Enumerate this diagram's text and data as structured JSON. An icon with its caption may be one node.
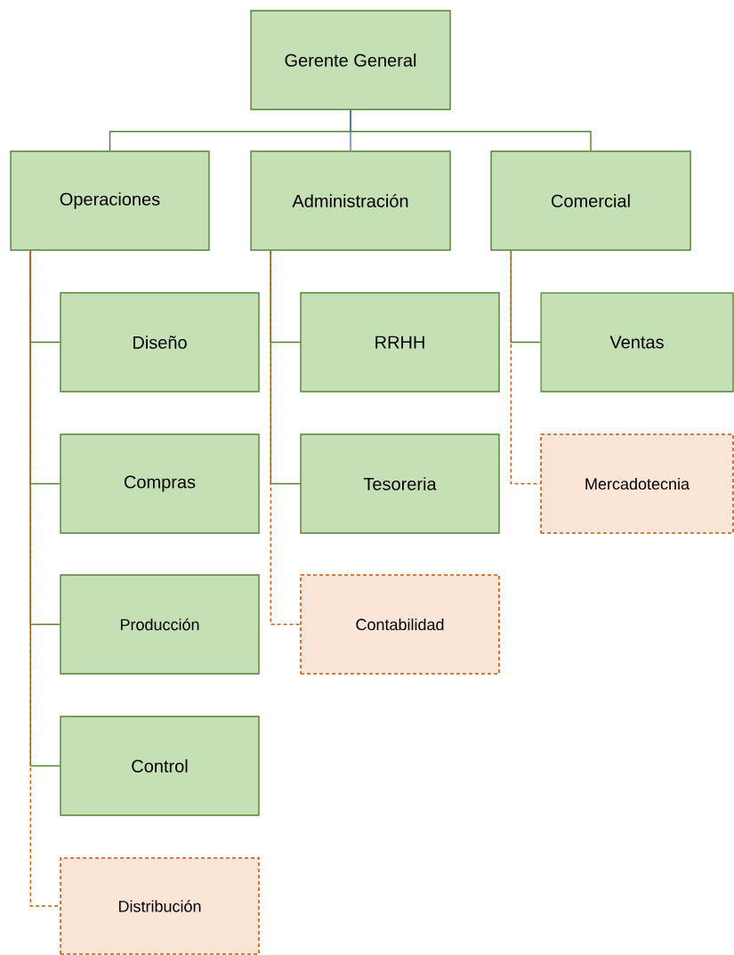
{
  "diagram": {
    "nodes": [
      {
        "text": [
          "Gerente General"
        ]
      },
      {
        "text": [
          "Operaciones"
        ]
      },
      {
        "text": [
          "Administración"
        ]
      },
      {
        "text": [
          "Comercial"
        ]
      },
      {
        "text": [
          "Diseño"
        ]
      },
      {
        "text": [
          "Compras"
        ]
      },
      {
        "text": [
          "Producción"
        ]
      },
      {
        "text": [
          "Control"
        ]
      },
      {
        "text": [
          "Distribución"
        ]
      },
      {
        "text": [
          "RRHH"
        ]
      },
      {
        "text": [
          "Tesoreria"
        ]
      },
      {
        "text": [
          "Contabilidad"
        ]
      },
      {
        "text": [
          "Ventas"
        ]
      },
      {
        "text": [
          "Mercadotecnia"
        ]
      }
    ],
    "edges": [
      {
        "from": 0,
        "to": 1,
        "arrow": "none"
      },
      {
        "from": 0,
        "to": 3,
        "arrow": "none"
      },
      {
        "from": 0,
        "to": 2,
        "arrow": "none",
        "color": "#4a7ebb"
      },
      {
        "from": 1,
        "to": 4,
        "arrow": "none"
      },
      {
        "from": 1,
        "to": 5,
        "arrow": "none"
      },
      {
        "from": 1,
        "to": 6,
        "arrow": "none"
      },
      {
        "from": 1,
        "to": 7,
        "arrow": "none"
      },
      {
        "from": 1,
        "to": 8,
        "arrow": "none",
        "style": "dashed",
        "color": "#c55a11"
      },
      {
        "from": 2,
        "to": 9,
        "arrow": "none"
      },
      {
        "from": 2,
        "to": 10,
        "arrow": "none"
      },
      {
        "from": 2,
        "to": 11,
        "arrow": "none",
        "style": "dashed",
        "color": "#c55a11"
      },
      {
        "from": 3,
        "to": 12,
        "arrow": "none"
      },
      {
        "from": 3,
        "to": 13,
        "arrow": "none",
        "style": "dashed",
        "color": "#c55a11"
      }
    ]
  }
}
